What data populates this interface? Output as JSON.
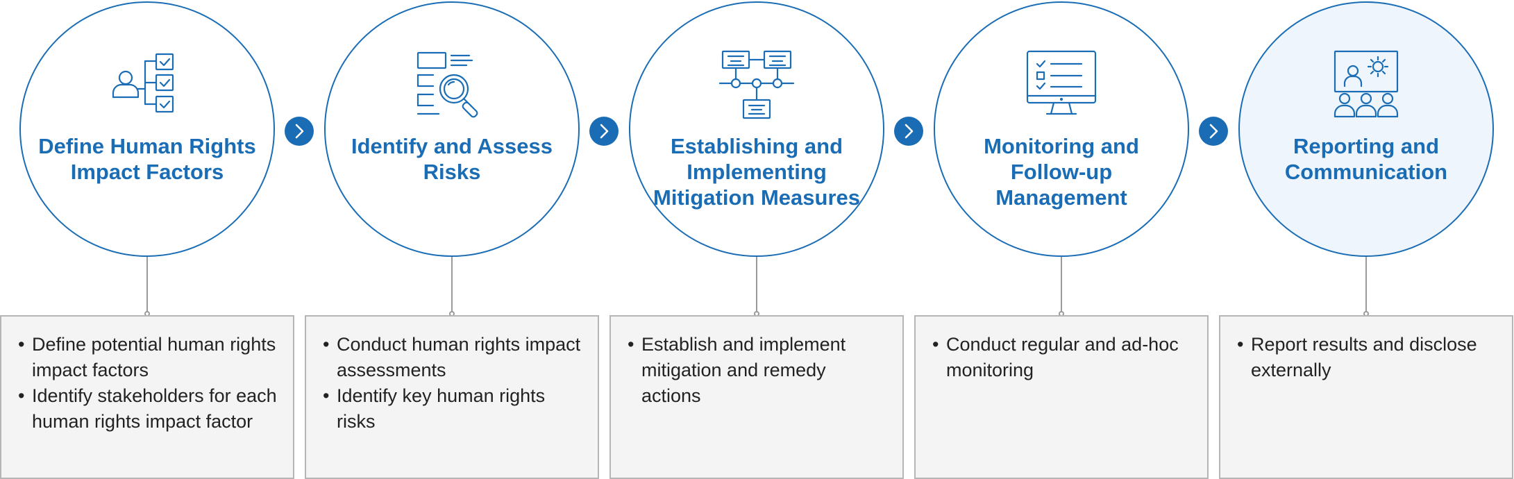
{
  "steps": [
    {
      "title": "Define Human Rights Impact Factors",
      "icon": "person-checklist-icon",
      "bullets": [
        "Define potential human rights impact factors",
        "Identify stakeholders for each human rights impact factor"
      ]
    },
    {
      "title": "Identify and Assess Risks",
      "icon": "magnifier-document-icon",
      "bullets": [
        "Conduct human rights impact assessments",
        "Identify key human rights risks"
      ]
    },
    {
      "title": "Establishing and Implementing Mitigation Measures",
      "icon": "process-flow-icon",
      "bullets": [
        "Establish and implement mitigation and remedy actions"
      ]
    },
    {
      "title": "Monitoring and Follow-up Management",
      "icon": "monitor-checklist-icon",
      "bullets": [
        "Conduct regular and ad-hoc monitoring"
      ]
    },
    {
      "title": "Reporting and Communication",
      "icon": "presentation-audience-icon",
      "bullets": [
        "Report results and disclose externally"
      ]
    }
  ],
  "colors": {
    "accent": "#1a6db5",
    "highlight_fill": "#eef5fc",
    "box_fill": "#f4f4f4",
    "box_border": "#b5b5b5",
    "connector": "#9a9a9a"
  }
}
